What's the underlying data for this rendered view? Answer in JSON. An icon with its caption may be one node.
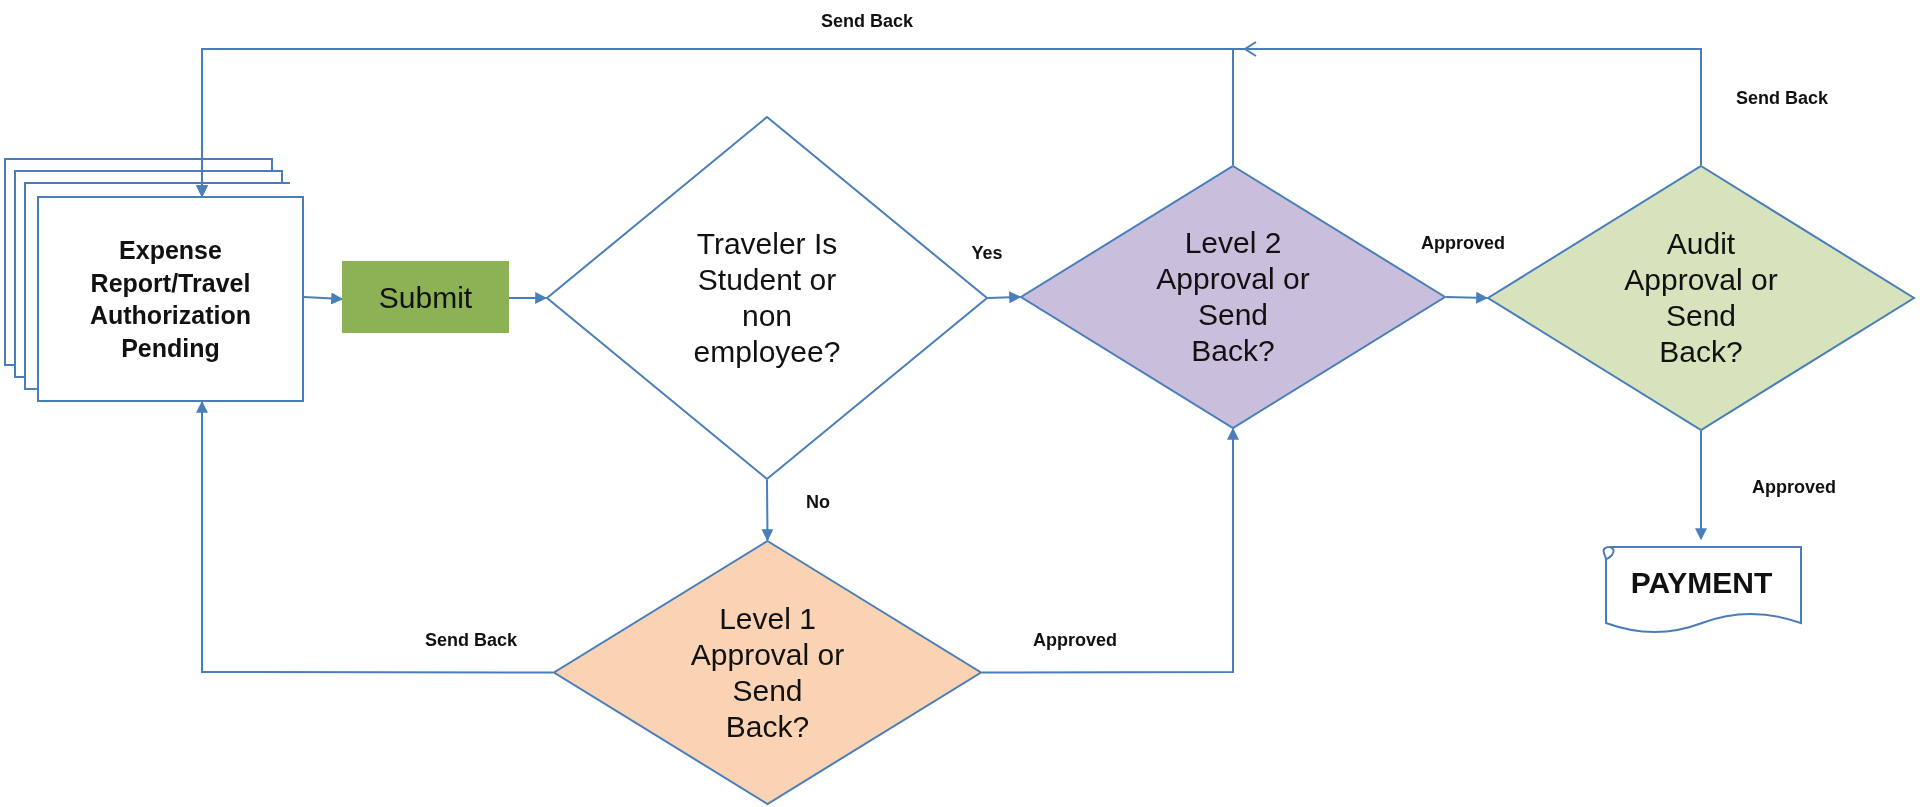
{
  "diagram": {
    "nodes": [
      {
        "text": [
          "Expense Report/Travel Authorization Pending"
        ]
      },
      {
        "text": [
          "Submit"
        ]
      },
      {
        "text": [
          "Traveler Is Student or non employee?"
        ]
      },
      {
        "text": [
          "Level 2 Approval or Send Back?"
        ]
      },
      {
        "text": [
          "Audit Approval or Send Back?"
        ]
      },
      {
        "text": [
          "Level 1 Approval or Send Back?"
        ]
      },
      {
        "text": [
          "PAYMENT"
        ]
      }
    ],
    "edges": [
      {
        "from": 0,
        "to": 1,
        "arrow": "to"
      },
      {
        "from": 1,
        "to": 2,
        "arrow": "to"
      },
      {
        "from": 2,
        "to": 3,
        "arrow": "to",
        "label": "Yes"
      },
      {
        "from": 2,
        "to": 5,
        "arrow": "to",
        "label": "No"
      },
      {
        "from": 5,
        "to": 0,
        "arrow": "to",
        "label": "Send Back"
      },
      {
        "from": 5,
        "to": 3,
        "arrow": "to",
        "label": "Approved"
      },
      {
        "from": 3,
        "to": 0,
        "arrow": "to",
        "label": "Send Back"
      },
      {
        "from": 3,
        "to": 4,
        "arrow": "to",
        "label": "Approved"
      },
      {
        "from": 4,
        "to": 0,
        "arrow": "to",
        "label": "Send Back"
      },
      {
        "from": 4,
        "to": 6,
        "arrow": "to",
        "label": "Approved"
      }
    ]
  }
}
